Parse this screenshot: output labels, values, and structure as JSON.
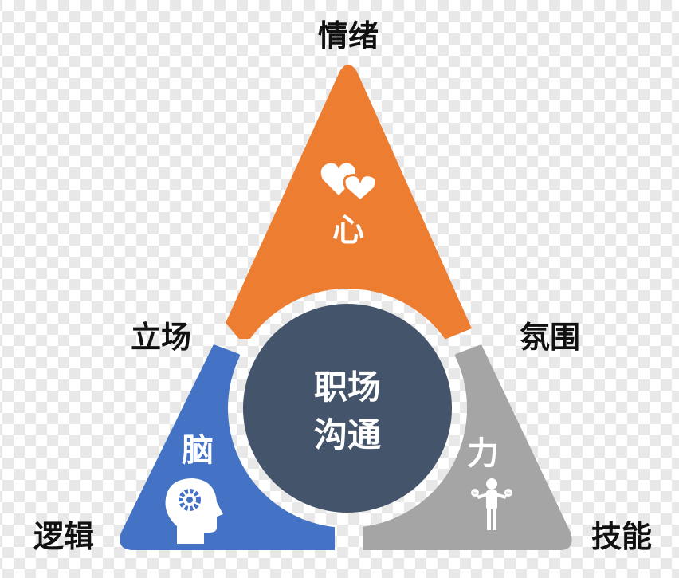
{
  "labels": {
    "top": "情绪",
    "upper_left": "立场",
    "upper_right": "氛围",
    "lower_left": "逻辑",
    "lower_right": "技能"
  },
  "segments": [
    {
      "name": "heart",
      "label": "心",
      "color": "#ed7d31",
      "icon": "hearts-icon"
    },
    {
      "name": "brain",
      "label": "脑",
      "color": "#4472c4",
      "icon": "head-gear-icon"
    },
    {
      "name": "strength",
      "label": "力",
      "color": "#a5a5a5",
      "icon": "person-yes-no-icon"
    }
  ],
  "center": {
    "line1": "职场",
    "line2": "沟通",
    "color": "#44546a"
  },
  "icon_text": {
    "yes": "Yes",
    "no": "No"
  }
}
